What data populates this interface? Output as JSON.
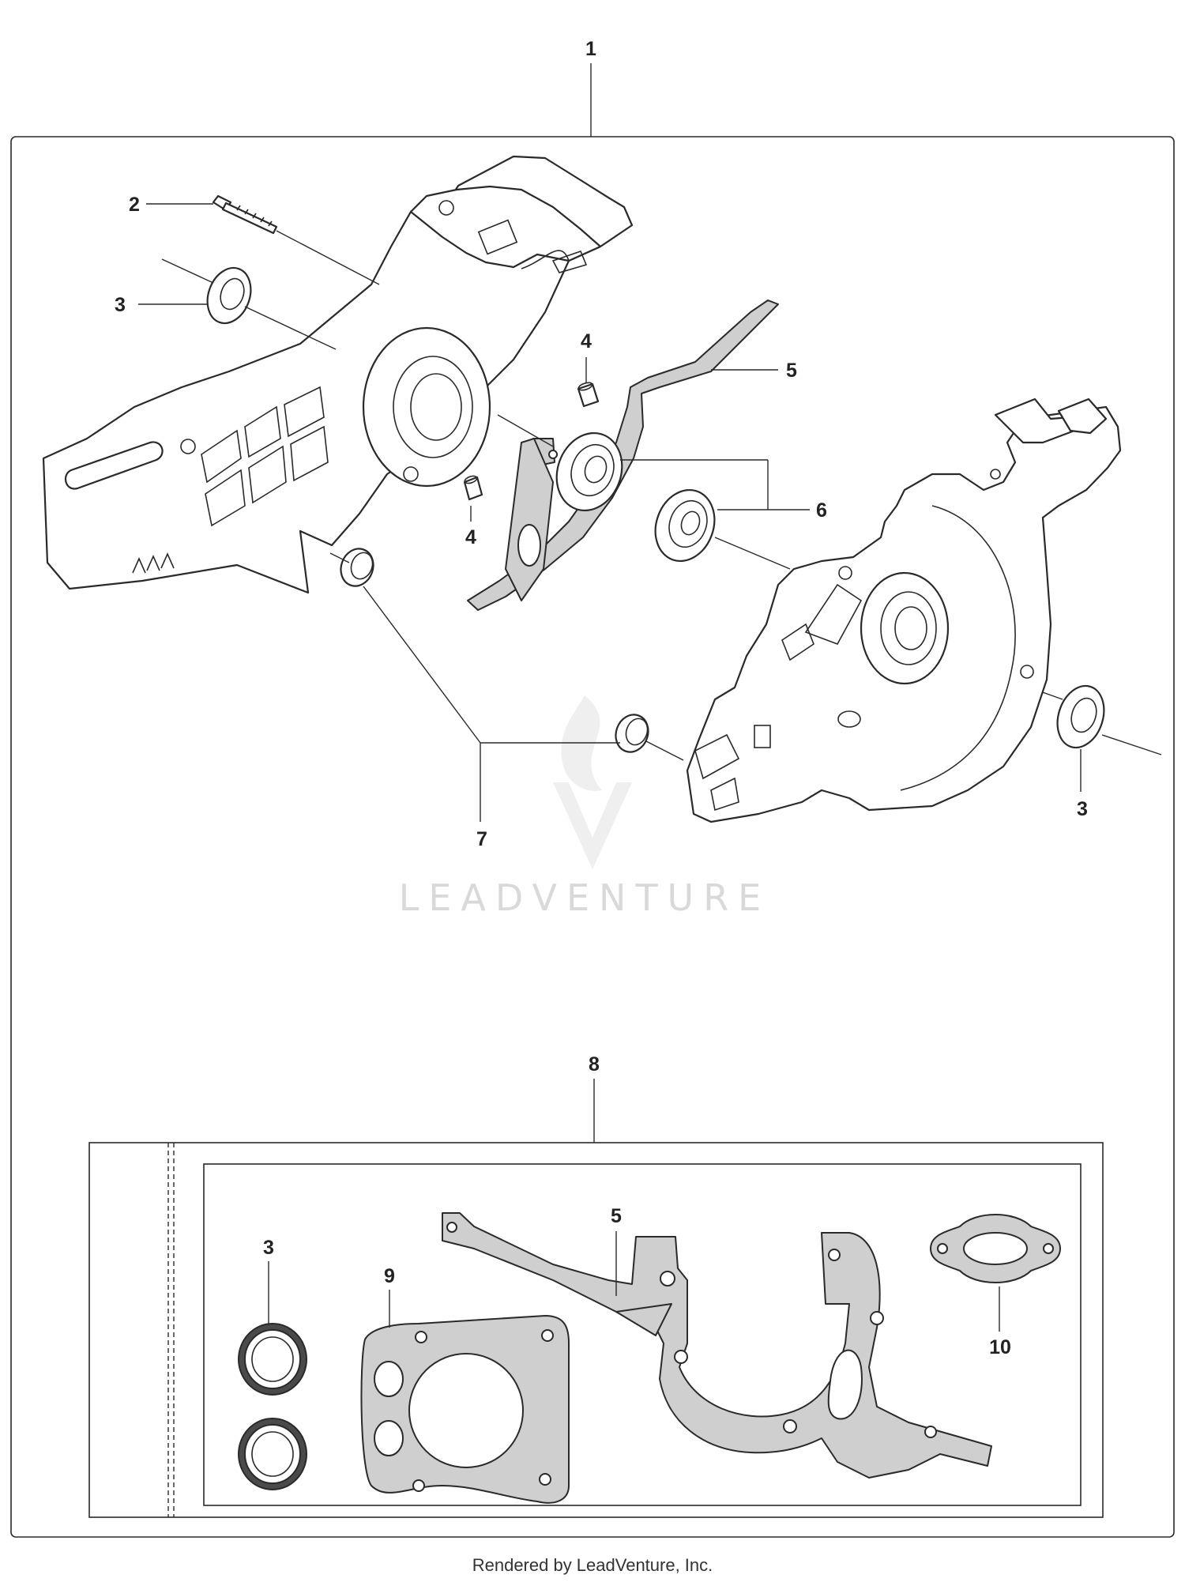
{
  "callouts": {
    "c1": "1",
    "c2": "2",
    "c3a": "3",
    "c3b": "3",
    "c3c": "3",
    "c4a": "4",
    "c4b": "4",
    "c5a": "5",
    "c5b": "5",
    "c6": "6",
    "c7": "7",
    "c8": "8",
    "c9": "9",
    "c10": "10"
  },
  "watermark": "LEADVENTURE",
  "footer": "Rendered by LeadVenture, Inc.",
  "colors": {
    "line": "#2a2a2a",
    "gasket_fill": "#cfcfcf",
    "watermark": "#d9d9d9"
  }
}
